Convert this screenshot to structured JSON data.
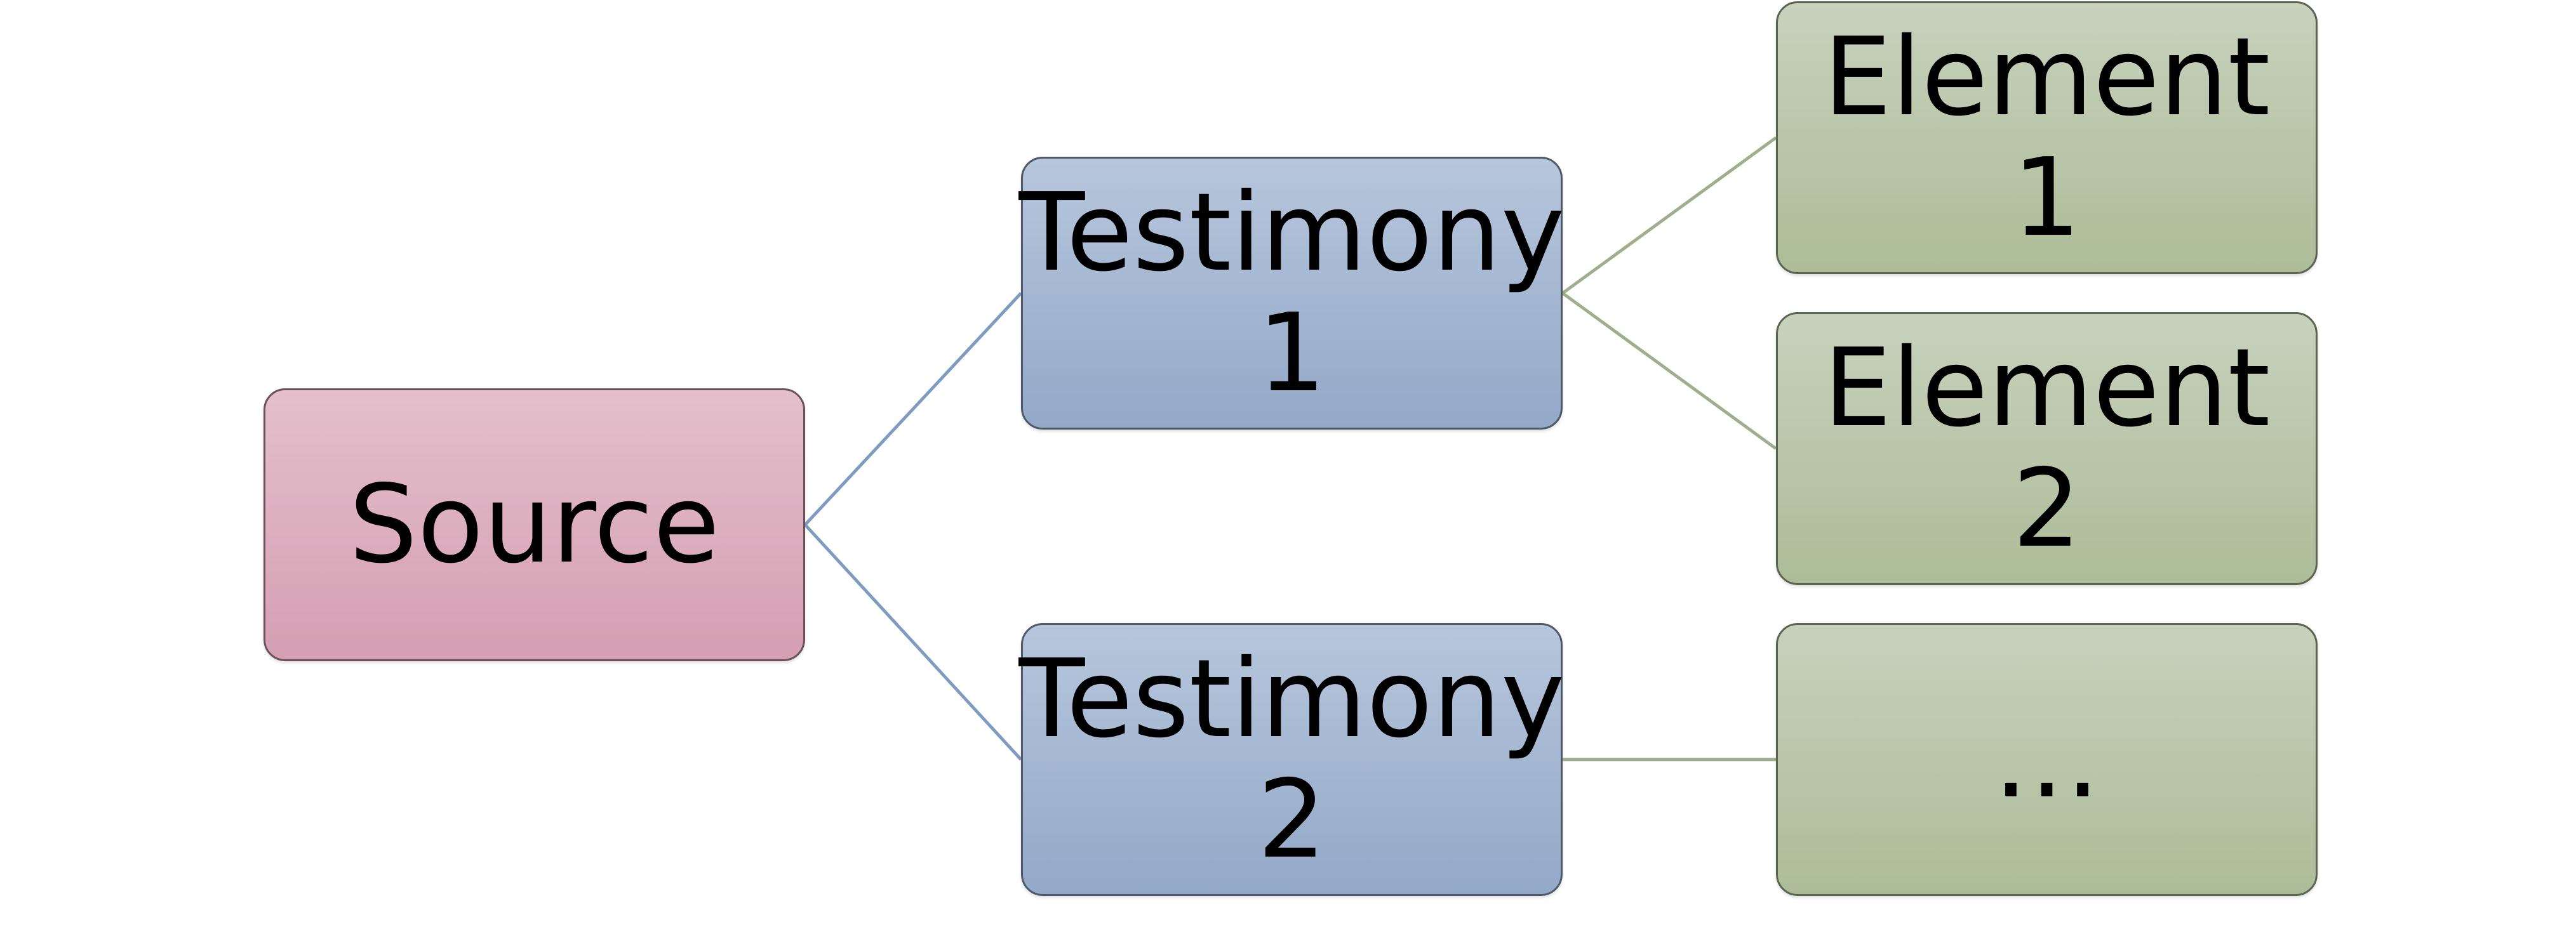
{
  "nodes": {
    "source": {
      "label": "Source"
    },
    "testimony_1": {
      "label": "Testimony\n1"
    },
    "testimony_2": {
      "label": "Testimony\n2"
    },
    "element_1": {
      "label": "Element 1"
    },
    "element_2": {
      "label": "Element 2"
    },
    "element_more": {
      "label": "…"
    }
  },
  "colors": {
    "root_fill": "#d9a8ba",
    "mid_fill": "#a3b7d2",
    "leaf_fill": "#b9c5a8",
    "blue_connector": "#7f9cc0",
    "green_connector": "#9fae8d"
  }
}
